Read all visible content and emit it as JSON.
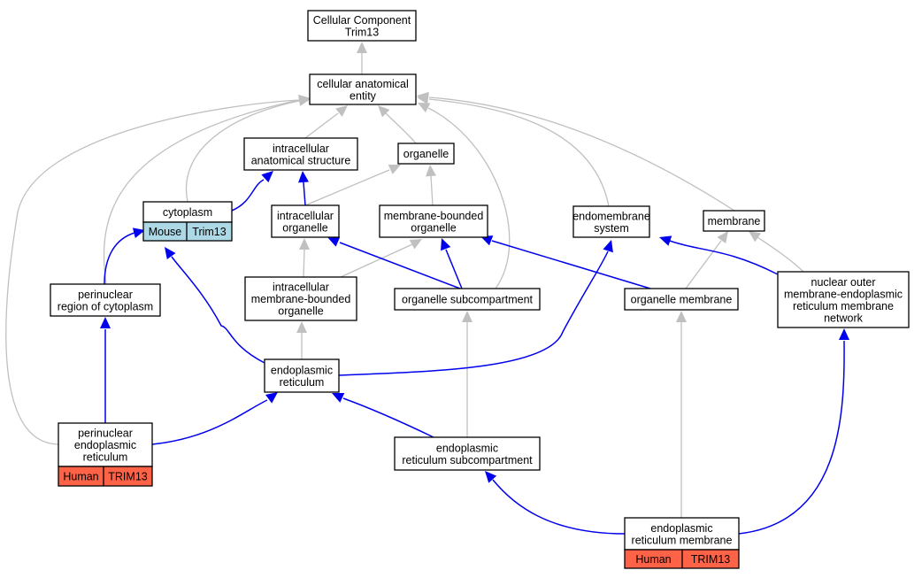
{
  "colors": {
    "mouse_tag": "#add8e6",
    "human_tag": "#ff6347",
    "is_a_edge": "#c0c0c0",
    "part_of_edge": "#0000ee"
  },
  "nodes": {
    "root": [
      "Cellular Component",
      "Trim13"
    ],
    "cae": [
      "cellular anatomical",
      "entity"
    ],
    "ias": [
      "intracellular",
      "anatomical structure"
    ],
    "organelle": [
      "organelle"
    ],
    "cytoplasm": [
      "cytoplasm"
    ],
    "io": [
      "intracellular",
      "organelle"
    ],
    "mbo": [
      "membrane-bounded",
      "organelle"
    ],
    "endo_sys": [
      "endomembrane",
      "system"
    ],
    "membrane": [
      "membrane"
    ],
    "perinuc_cyto": [
      "perinuclear",
      "region of cytoplasm"
    ],
    "imbo": [
      "intracellular",
      "membrane-bounded",
      "organelle"
    ],
    "org_subcomp": [
      "organelle subcompartment"
    ],
    "org_membrane": [
      "organelle membrane"
    ],
    "nuc_outer": [
      "nuclear outer",
      "membrane-endoplasmic",
      "reticulum membrane",
      "network"
    ],
    "er": [
      "endoplasmic",
      "reticulum"
    ],
    "perinuc_er": [
      "perinuclear",
      "endoplasmic",
      "reticulum"
    ],
    "er_subcomp": [
      "endoplasmic",
      "reticulum subcompartment"
    ],
    "er_membrane": [
      "endoplasmic",
      "reticulum membrane"
    ]
  },
  "tags": {
    "cytoplasm": [
      "Mouse",
      "Trim13"
    ],
    "perinuc_er": [
      "Human",
      "TRIM13"
    ],
    "er_membrane": [
      "Human",
      "TRIM13"
    ]
  }
}
